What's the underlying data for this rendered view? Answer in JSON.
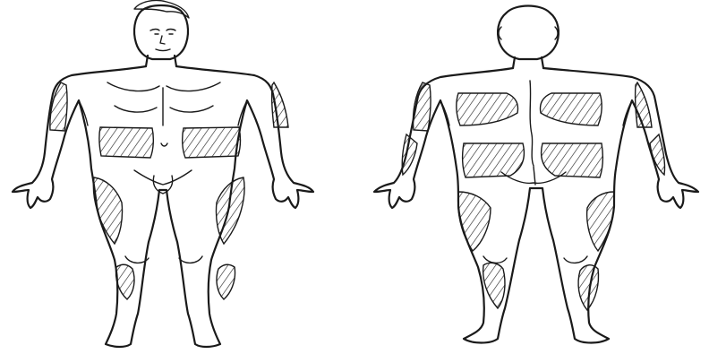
{
  "figure": {
    "views": [
      {
        "id": "front",
        "icon": "human-body-front-icon"
      },
      {
        "id": "back",
        "icon": "human-body-back-icon"
      }
    ],
    "colors": {
      "background": "#ffffff",
      "line": "#1a1a1a",
      "hatch": "#2a2a2a"
    },
    "hatched_regions": {
      "front": [
        "right-upper-arm",
        "left-upper-arm",
        "right-abdomen",
        "left-abdomen",
        "right-outer-thigh",
        "left-outer-thigh",
        "right-calf",
        "left-calf"
      ],
      "back": [
        "left-upper-arm",
        "right-upper-arm",
        "left-upper-back",
        "right-upper-back",
        "left-lower-back",
        "right-lower-back",
        "left-forearm",
        "right-forearm",
        "left-thigh",
        "right-thigh",
        "left-calf",
        "right-calf"
      ]
    }
  }
}
